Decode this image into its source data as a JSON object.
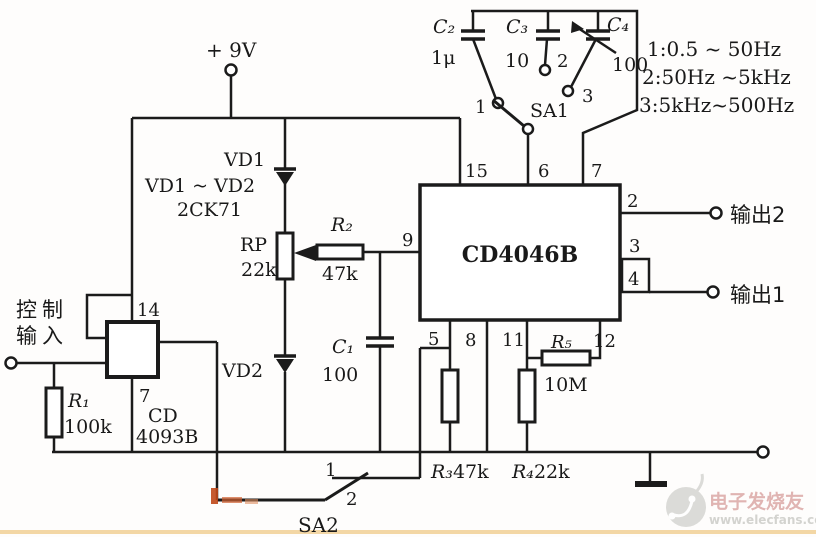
{
  "power_label": "+ 9V",
  "cap_bank": {
    "c2_name": "C₂",
    "c2_value": "1μ",
    "c3_name": "C₃",
    "c3_value": "10",
    "c4_name": "C₄",
    "c4_value": "100",
    "sa1_label": "SA1",
    "pos1": "1",
    "pos2": "2",
    "pos3": "3",
    "range1": "1:0.5 ~ 50Hz",
    "range2": "2:50Hz ~5kHz",
    "range3": "3:5kHz~500Hz"
  },
  "diode_branch": {
    "vd1_label": "VD1",
    "group_label": "VD1 ~ VD2",
    "model": "2CK71",
    "rp_name": "RP",
    "rp_value": "22k",
    "r2_name": "R₂",
    "r2_value": "47k",
    "c1_name": "C₁",
    "c1_value": "100",
    "vd2_label": "VD2"
  },
  "control": {
    "line1": "控制",
    "line2": "输入",
    "r1_name": "R₁",
    "r1_value": "100k",
    "gate_pin_top": "14",
    "gate_pin_bottom": "7",
    "gate_name_line1": "CD",
    "gate_name_line2": "4093B"
  },
  "chip": {
    "name": "CD4046B",
    "pin15": "15",
    "pin6": "6",
    "pin7": "7",
    "pin9": "9",
    "pin2": "2",
    "pin3": "3",
    "pin4": "4",
    "pin5": "5",
    "pin8": "8",
    "pin11": "11",
    "pin12": "12"
  },
  "outputs": {
    "output2": "输出2",
    "output1": "输出1"
  },
  "bottom": {
    "r3_name": "R₃",
    "r3_value": "47k",
    "r4_name": "R₄",
    "r4_value": "22k",
    "r5_name": "R₅",
    "r5_value": "10M",
    "sa2_label": "SA2",
    "sa2_pos1": "1",
    "sa2_pos2": "2"
  },
  "watermark": {
    "name": "电子发烧友",
    "url": "www.elecfans.com"
  }
}
